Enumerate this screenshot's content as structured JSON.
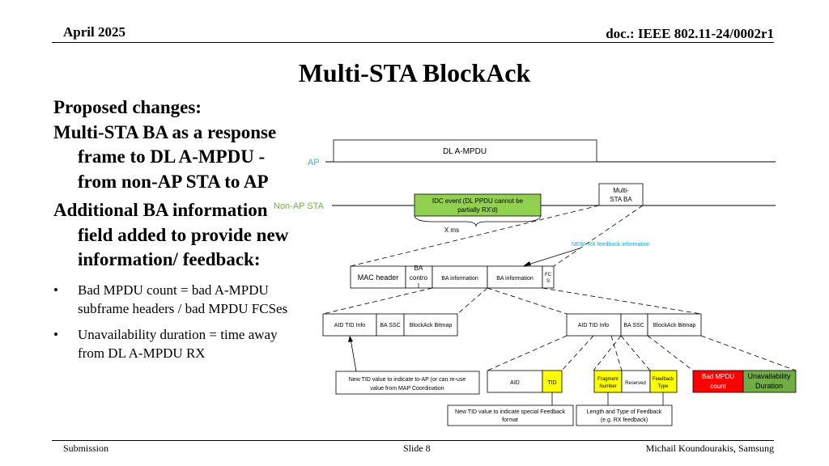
{
  "header": {
    "date": "April 2025",
    "doc": "doc.: IEEE 802.11-24/0002r1"
  },
  "title": "Multi-STA BlockAck",
  "body": {
    "heading1": "Proposed changes:",
    "heading2": "Multi-STA BA as a response frame to DL A-MPDU - from non-AP STA to AP",
    "heading3": "Additional BA information field added to provide new information/ feedback:",
    "bullets": [
      "Bad MPDU count = bad A-MPDU subframe headers / bad MPDU FCSes",
      "Unavailability duration = time away from DL A-MPDU RX"
    ]
  },
  "diagram": {
    "ap_label": "AP",
    "non_ap_label": "Non-AP STA",
    "dl_ampdu": "DL A-MPDU",
    "multi_sta_ba": [
      "Multi-",
      "STA BA"
    ],
    "idc_event": [
      "IDC event (DL PPDU cannot be",
      "partially RX'd)"
    ],
    "x_ms": "X ms",
    "new_feedback": "NEW: RX feedback information",
    "frame_fields": {
      "mac_header": "MAC header",
      "ba_control": [
        "BA",
        "contro",
        "l"
      ],
      "ba_info_1": "BA information",
      "ba_info_2": "BA information",
      "fcs": [
        "FC",
        "S"
      ]
    },
    "left_info_fields": {
      "aid_tid": "AID TID Info",
      "ba_ssc": "BA SSC",
      "bitmap": "BlockAck Bitmap"
    },
    "right_info_fields": {
      "aid_tid": "AID TID Info",
      "ba_ssc": "BA SSC",
      "bitmap": "BlockAck Bitmap"
    },
    "aid_tid_subfields": {
      "aid": "AID",
      "tid": "TID",
      "fragment_number": [
        "Fragment",
        "Number"
      ],
      "reserved": "Reserved",
      "feedback_type": [
        "Feedback",
        "Type"
      ],
      "bad_mpdu_count": [
        "Bad MPDU",
        "count"
      ],
      "unavailability_duration": [
        "Unavailability",
        "Duration"
      ]
    },
    "notes": {
      "new_tid": [
        "New TID value to indicate to-AP (or can re-use",
        "value from MAP Coordination"
      ],
      "special_feedback": [
        "New TID value to indicate special Feedback",
        "format"
      ],
      "length_type": [
        "Length and Type of Feedback",
        "(e.g. RX feedback)"
      ]
    },
    "colors": {
      "ap_label": "#4bacc6",
      "non_ap_label": "#70ad47",
      "idc_fill": "#92d050",
      "tid_fill": "#ffff00",
      "bad_mpdu_fill": "#ff0000",
      "unavail_fill": "#70ad47",
      "new_feedback": "#00b0f0",
      "bad_mpdu_text": "#ffffff"
    }
  },
  "footer": {
    "left": "Submission",
    "middle": "Slide 8",
    "right": "Michail Koundourakis, Samsung"
  }
}
